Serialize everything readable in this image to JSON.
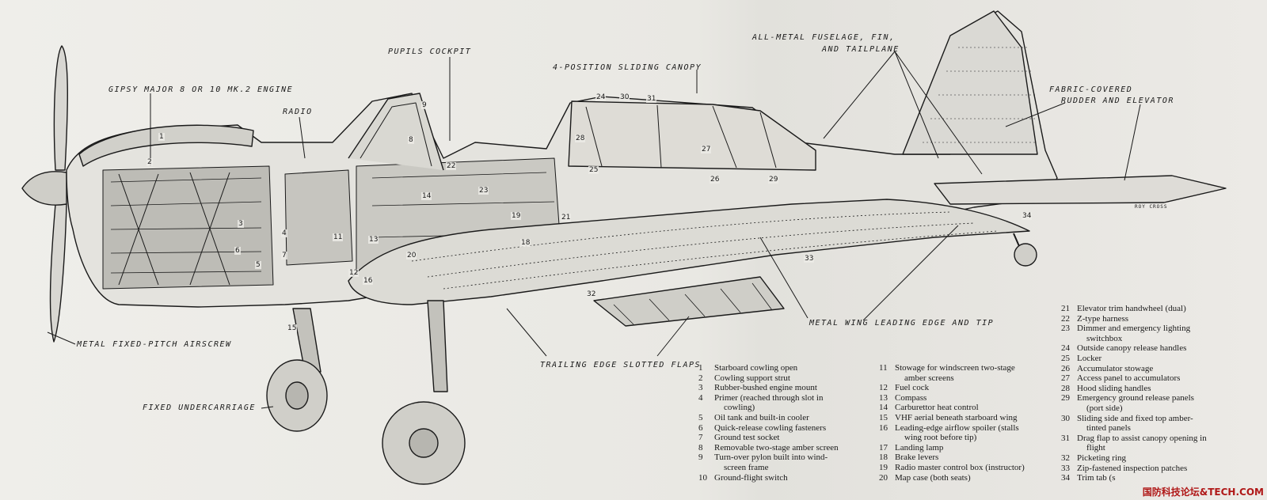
{
  "labels": {
    "engine_1": "GIPSY MAJOR 8  OR 10 MK.2 ENGINE",
    "radio": "RADIO",
    "pupils_cockpit": "PUPILS COCKPIT",
    "canopy": "4-POSITION SLIDING CANOPY",
    "fuselage_1": "ALL-METAL FUSELAGE, FIN,",
    "fuselage_2": "AND TAILPLANE",
    "fabric_1": "FABRIC-COVERED",
    "fabric_2": "RUDDER AND ELEVATOR",
    "wing": "METAL WING LEADING EDGE AND TIP",
    "flaps": "TRAILING EDGE SLOTTED FLAPS",
    "airscrew": "METAL FIXED-PITCH AIRSCREW",
    "undercarriage": "FIXED UNDERCARRIAGE",
    "artist": "ROY CROSS"
  },
  "callout_numbers": [
    "1",
    "2",
    "3",
    "4",
    "5",
    "6",
    "7",
    "8",
    "9",
    "11",
    "12",
    "13",
    "14",
    "15",
    "16",
    "18",
    "19",
    "20",
    "21",
    "22",
    "23",
    "24",
    "25",
    "26",
    "27",
    "28",
    "29",
    "30",
    "31",
    "32",
    "33",
    "34"
  ],
  "key_col1": [
    {
      "n": "1",
      "t": "Starboard cowling open"
    },
    {
      "n": "2",
      "t": "Cowling support strut"
    },
    {
      "n": "3",
      "t": "Rubber-bushed engine mount"
    },
    {
      "n": "4",
      "t": "Primer (reached through slot in"
    },
    {
      "n": "",
      "t": "cowling)"
    },
    {
      "n": "5",
      "t": "Oil tank and built-in cooler"
    },
    {
      "n": "6",
      "t": "Quick-release cowling fasteners"
    },
    {
      "n": "7",
      "t": "Ground test socket"
    },
    {
      "n": "8",
      "t": "Removable two-stage amber screen"
    },
    {
      "n": "9",
      "t": "Turn-over pylon built into wind-"
    },
    {
      "n": "",
      "t": "screen frame"
    },
    {
      "n": "10",
      "t": "Ground-flight switch"
    }
  ],
  "key_col2": [
    {
      "n": "11",
      "t": "Stowage for windscreen two-stage"
    },
    {
      "n": "",
      "t": "amber screens"
    },
    {
      "n": "12",
      "t": "Fuel cock"
    },
    {
      "n": "13",
      "t": "Compass"
    },
    {
      "n": "14",
      "t": "Carburettor heat control"
    },
    {
      "n": "15",
      "t": "VHF aerial beneath starboard wing"
    },
    {
      "n": "16",
      "t": "Leading-edge airflow spoiler (stalls"
    },
    {
      "n": "",
      "t": "wing root before tip)"
    },
    {
      "n": "17",
      "t": "Landing lamp"
    },
    {
      "n": "18",
      "t": "Brake levers"
    },
    {
      "n": "19",
      "t": "Radio master control box (instructor)"
    },
    {
      "n": "20",
      "t": "Map case (both seats)"
    }
  ],
  "key_col3": [
    {
      "n": "21",
      "t": "Elevator trim handwheel (dual)"
    },
    {
      "n": "22",
      "t": "Z-type harness"
    },
    {
      "n": "23",
      "t": "Dimmer and emergency lighting"
    },
    {
      "n": "",
      "t": "switchbox"
    },
    {
      "n": "24",
      "t": "Outside canopy release handles"
    },
    {
      "n": "25",
      "t": "Locker"
    },
    {
      "n": "26",
      "t": "Accumulator stowage"
    },
    {
      "n": "27",
      "t": "Access panel to accumulators"
    },
    {
      "n": "28",
      "t": "Hood sliding handles"
    },
    {
      "n": "29",
      "t": "Emergency ground release panels"
    },
    {
      "n": "",
      "t": "(port side)"
    },
    {
      "n": "30",
      "t": "Sliding side and fixed top amber-"
    },
    {
      "n": "",
      "t": "tinted panels"
    },
    {
      "n": "31",
      "t": "Drag flap to assist canopy opening in"
    },
    {
      "n": "",
      "t": "flight"
    },
    {
      "n": "32",
      "t": "Picketing ring"
    },
    {
      "n": "33",
      "t": "Zip-fastened inspection patches"
    },
    {
      "n": "34",
      "t": "Trim tab (s"
    }
  ],
  "watermark": "国防科技论坛&TECH.COM"
}
